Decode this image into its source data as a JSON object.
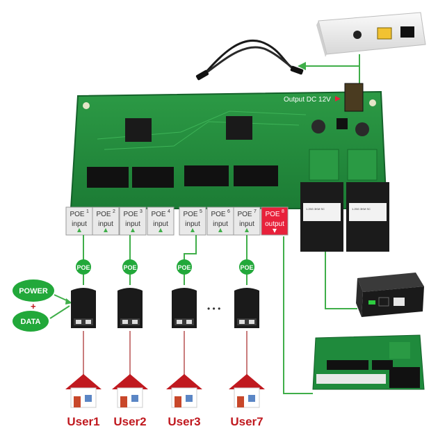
{
  "board": {
    "output_label": "Output DC 12V",
    "ports": [
      {
        "top": "POE",
        "sup": "1",
        "bottom": "input"
      },
      {
        "top": "POE",
        "sup": "2",
        "bottom": "input"
      },
      {
        "top": "POE",
        "sup": "3",
        "bottom": "input"
      },
      {
        "top": "POE",
        "sup": "4",
        "bottom": "input"
      },
      {
        "top": "POE",
        "sup": "5",
        "bottom": "input"
      },
      {
        "top": "POE",
        "sup": "6",
        "bottom": "input"
      },
      {
        "top": "POE",
        "sup": "7",
        "bottom": "input"
      },
      {
        "top": "POE",
        "sup": "8",
        "bottom": "output"
      }
    ],
    "fiber_module_label": "1.25G 3KM SC"
  },
  "poe_badge": "POE",
  "legend": {
    "power": "POWER",
    "plus": "+",
    "data": "DATA"
  },
  "ellipsis": "• • •",
  "users": [
    "User1",
    "User2",
    "User3",
    "User7"
  ],
  "colors": {
    "board_green": "#1f8a3c",
    "poe_green": "#22a83a",
    "line_green": "#3fae49",
    "user_red": "#c0191f",
    "output_red": "#e8213b"
  }
}
